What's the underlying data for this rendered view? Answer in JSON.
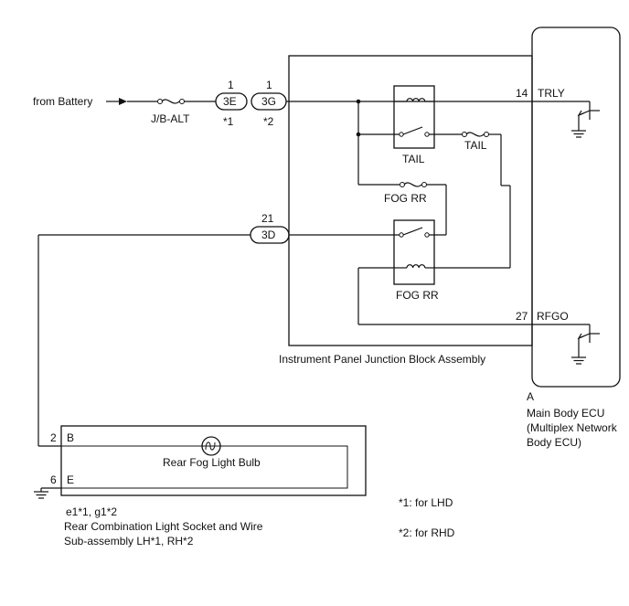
{
  "diagram": {
    "source_label": "from Battery",
    "fuses": {
      "jb_alt": "J/B-ALT",
      "tail": "TAIL",
      "fog_rr": "FOG RR"
    },
    "relays": {
      "tail": "TAIL",
      "fog_rr": "FOG RR"
    },
    "connectors": {
      "c3e": {
        "label": "3E",
        "pin": "1",
        "note": "*1"
      },
      "c3g": {
        "label": "3G",
        "pin": "1",
        "note": "*2"
      },
      "c3d": {
        "label": "3D",
        "pin": "21"
      }
    },
    "junction_block": {
      "name": "Instrument Panel Junction Block Assembly"
    },
    "ecu": {
      "connector": "A",
      "name_line1": "Main Body ECU",
      "name_line2": "(Multiplex Network",
      "name_line3": "Body ECU)",
      "pins": [
        {
          "pin": "14",
          "signal": "TRLY"
        },
        {
          "pin": "27",
          "signal": "RFGO"
        }
      ]
    },
    "lamp": {
      "name": "Rear Fog Light Bulb",
      "terminals": [
        {
          "pin": "2",
          "name": "B"
        },
        {
          "pin": "6",
          "name": "E"
        }
      ],
      "connector_codes": "e1*1, g1*2",
      "assembly_line1": "Rear Combination Light Socket and Wire",
      "assembly_line2": "Sub-assembly LH*1, RH*2"
    },
    "notes": [
      "*1: for LHD",
      "*2: for RHD"
    ]
  }
}
